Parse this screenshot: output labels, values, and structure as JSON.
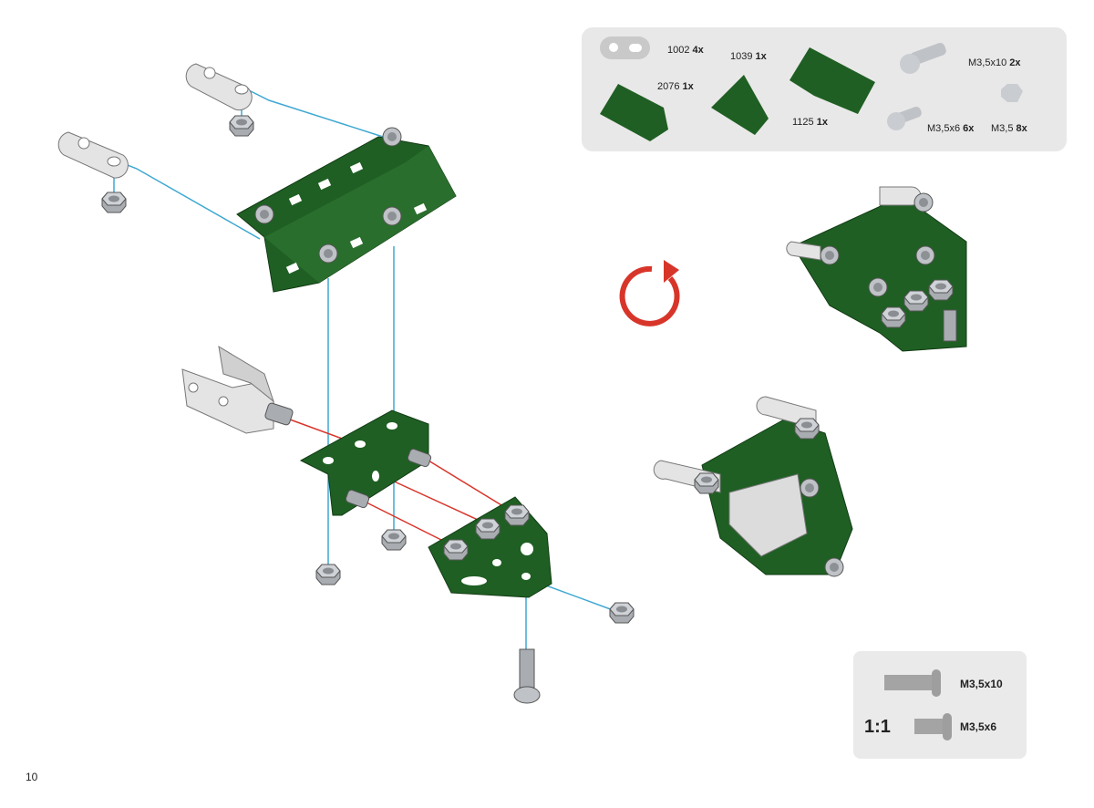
{
  "parts_list": [
    {
      "id": "1002",
      "qty": "4x"
    },
    {
      "id": "2076",
      "qty": "1x"
    },
    {
      "id": "1039",
      "qty": "1x"
    },
    {
      "id": "1125",
      "qty": "1x"
    },
    {
      "id": "M3,5x10",
      "qty": "2x"
    },
    {
      "id": "M3,5x6",
      "qty": "6x"
    },
    {
      "id": "M3,5",
      "qty": "8x"
    }
  ],
  "scale_box": {
    "ratio": "1:1",
    "screws": [
      "M3,5x10",
      "M3,5x6"
    ]
  },
  "page_number": "10",
  "colors": {
    "green": "#1f5f23",
    "guide_blue": "#3ea8d2",
    "guide_red": "#d8352a",
    "panel": "#e9e8e8",
    "steel": "#c9c9c9"
  },
  "icons": [
    "rotate-arrow-icon"
  ]
}
